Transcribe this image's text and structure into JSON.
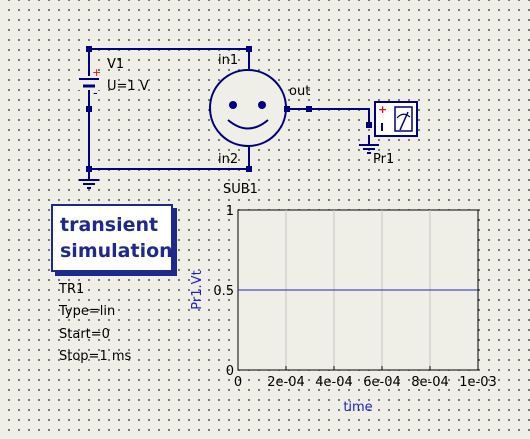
{
  "schematic": {
    "source": {
      "name": "V1",
      "value": "U=1 V",
      "plus": "+",
      "minus": "-"
    },
    "subcircuit": {
      "name": "SUB1",
      "port_in1": "in1",
      "port_in2": "in2",
      "port_out": "out"
    },
    "probe": {
      "name": "Pr1",
      "plus": "+"
    },
    "simulation": {
      "title_line1": "transient",
      "title_line2": "simulation",
      "name": "TR1",
      "type": "Type=lin",
      "start": "Start=0",
      "stop": "Stop=1 ms"
    }
  },
  "chart_data": {
    "type": "line",
    "xlabel": "time",
    "ylabel": "Pr1.Vt",
    "xlim": [
      0,
      0.001
    ],
    "ylim": [
      0,
      1
    ],
    "x_ticks": [
      "0",
      "2e-04",
      "4e-04",
      "6e-04",
      "8e-04",
      "1e-03"
    ],
    "y_ticks": [
      "0",
      "0.5",
      "1"
    ],
    "grid": true,
    "series": [
      {
        "x": [
          0,
          0.001
        ],
        "y": [
          0.5,
          0.5
        ],
        "color": "#1e22c8"
      }
    ]
  }
}
